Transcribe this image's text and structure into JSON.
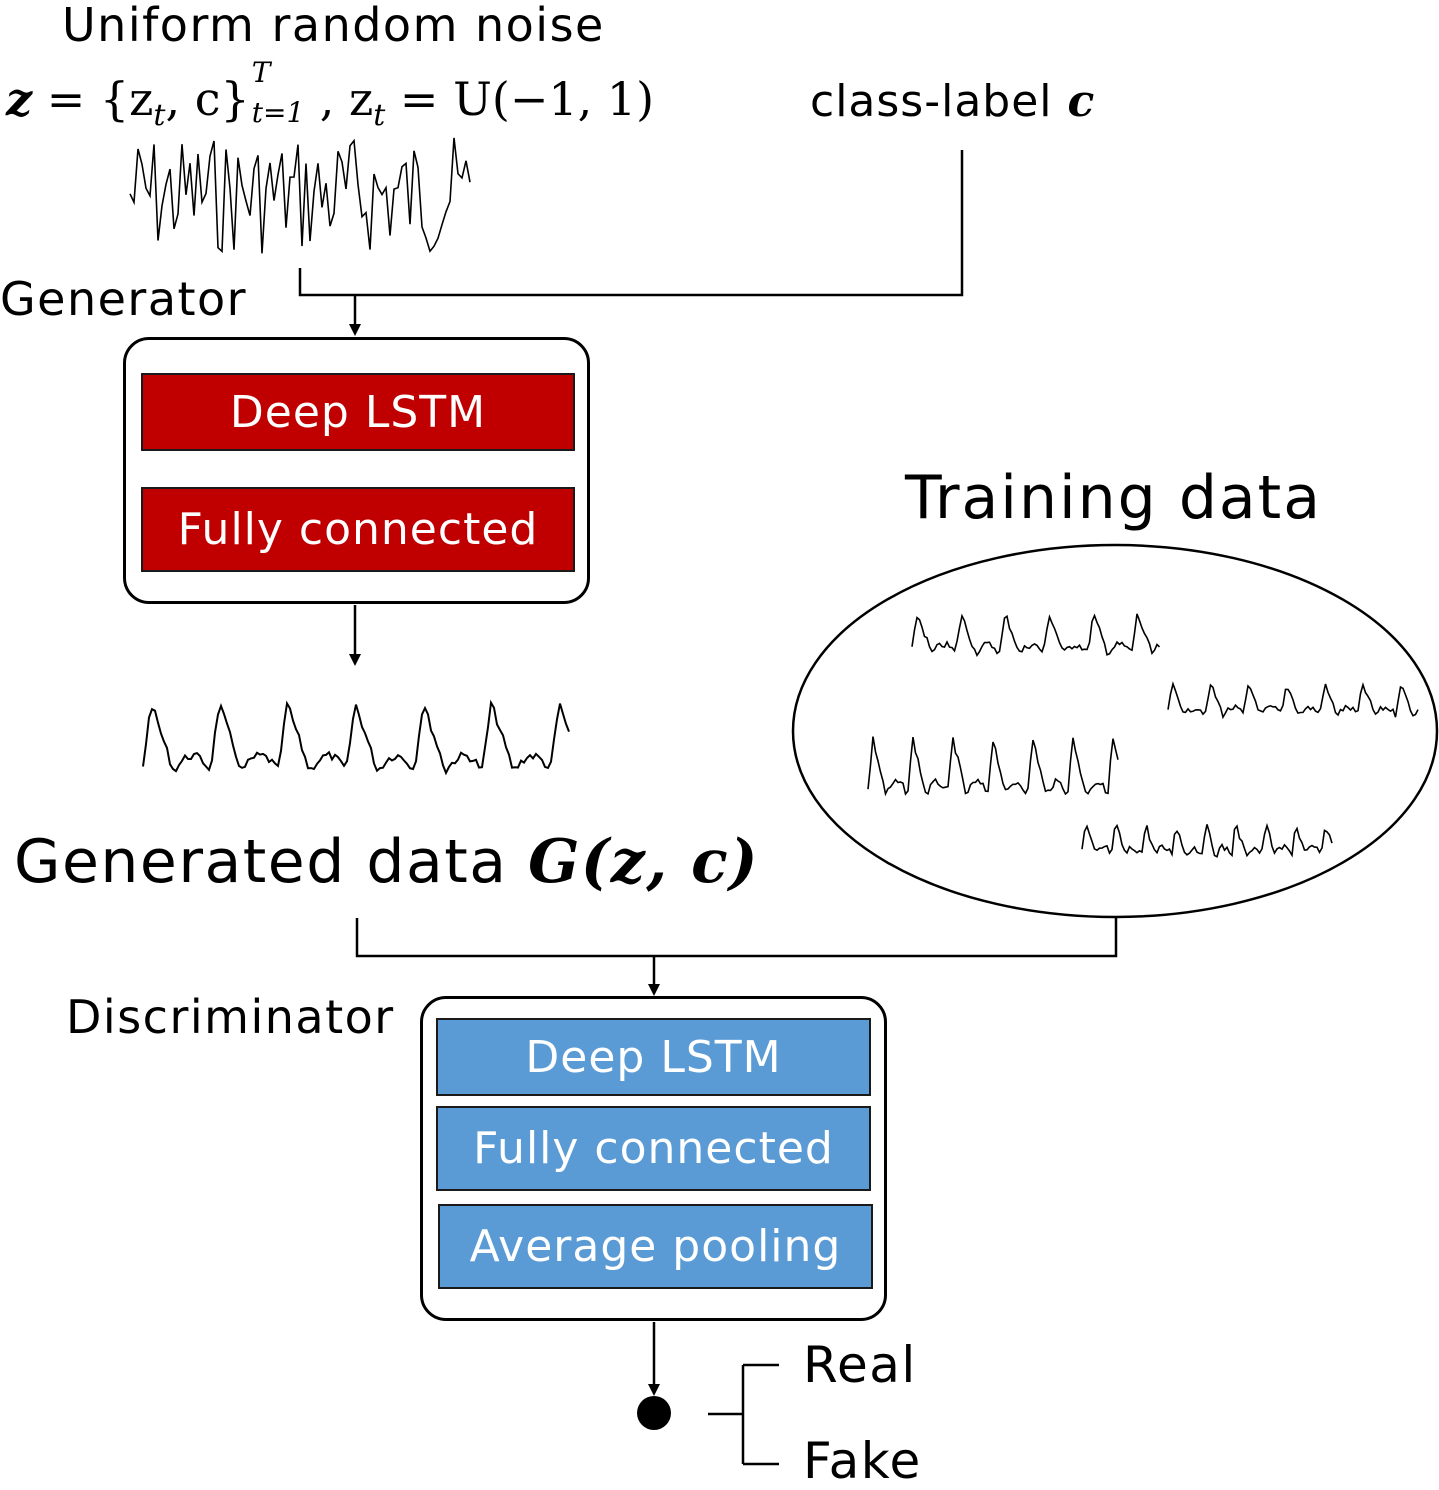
{
  "noise": {
    "title": "Uniform random noise",
    "formula_z": "z",
    "formula_rest": " = {z",
    "formula_t": "t",
    "formula_c": ", c}",
    "formula_T": "T",
    "formula_sub": "t=1",
    "formula_zt": ", z",
    "formula_t2": "t",
    "formula_u": " = U(−1, 1)"
  },
  "class_label": {
    "text": "class-label ",
    "symbol": "c"
  },
  "generator": {
    "label": "Generator",
    "layers": [
      "Deep LSTM",
      "Fully connected"
    ],
    "color": "#c00000"
  },
  "generated": {
    "text": "Generated data ",
    "formula": "G(z, c)"
  },
  "training": {
    "label": "Training data"
  },
  "discriminator": {
    "label": "Discriminator",
    "layers": [
      "Deep LSTM",
      "Fully connected",
      "Average pooling"
    ],
    "color": "#5b9bd5"
  },
  "outputs": {
    "real": "Real",
    "fake": "Fake"
  }
}
